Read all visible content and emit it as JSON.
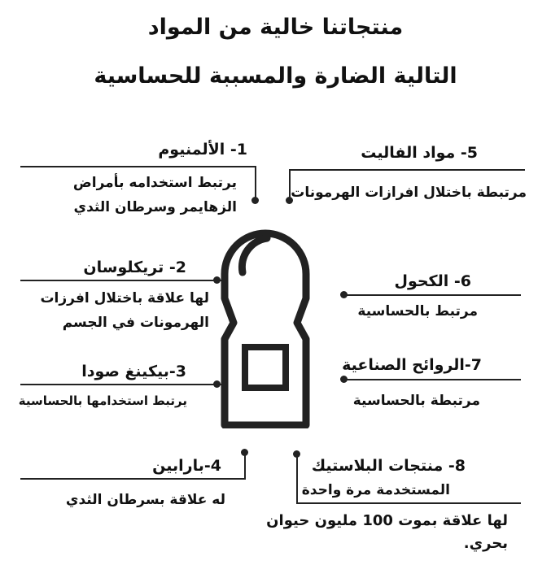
{
  "title": {
    "line1": "منتجاتنا خالية من المواد",
    "line2": "التالية  الضارة والمسببة للحساسية"
  },
  "items": [
    {
      "head": "1- الألمنيوم",
      "desc": [
        "يرتبط استخدامه بأمراض",
        "الزهايمر وسرطان الثدي"
      ]
    },
    {
      "head": "2- تريكلوسان",
      "desc": [
        "لها علاقة باختلال افرزات",
        "الهرمونات في الجسم"
      ]
    },
    {
      "head": "3-بيكينغ صودا",
      "desc": [
        "يرتبط استخدامها بالحساسية"
      ]
    },
    {
      "head": "4-بارابين",
      "desc": [
        "له علاقة بسرطان الثدي"
      ]
    },
    {
      "head": "5- مواد الفاليت",
      "desc": [
        "مرتبطة باختلال افرازات الهرمونات"
      ]
    },
    {
      "head": "6- الكحول",
      "desc": [
        "مرتبط بالحساسية"
      ]
    },
    {
      "head": "7-الروائح الصناعية",
      "desc": [
        "مرتبطة بالحساسية"
      ]
    },
    {
      "head": "8- منتجات البلاستيك",
      "desc": [
        "المستخدمة مرة واحدة",
        "لها علاقة بموت 100 مليون حيوان",
        "بحري."
      ]
    }
  ],
  "icons": {
    "product": "roll-on-deodorant-icon"
  }
}
